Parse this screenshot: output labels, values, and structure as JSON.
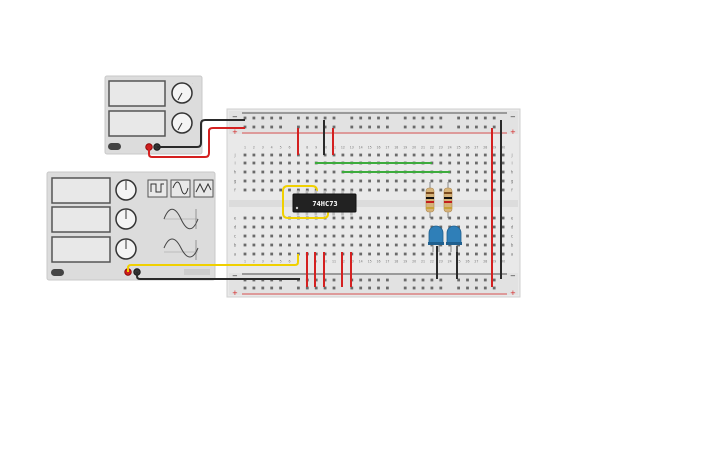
{
  "chip": {
    "label": "74HC73"
  },
  "breadboard": {
    "rows_top": [
      "j",
      "i",
      "h",
      "g",
      "f"
    ],
    "rows_bottom": [
      "e",
      "d",
      "c",
      "b",
      "a"
    ],
    "columns": 30,
    "rail_plus": "+",
    "rail_minus": "−"
  },
  "power_supply": {
    "buttons": [
      "on"
    ],
    "terminals": [
      "positive",
      "negative"
    ]
  },
  "function_generator": {
    "buttons": [
      "on"
    ],
    "waveforms": [
      "square-wave-icon",
      "sine-wave-icon",
      "triangle-wave-icon"
    ]
  },
  "colors": {
    "wire_red": "#d42020",
    "wire_black": "#2a2a2a",
    "wire_green": "#3cab3c",
    "wire_yellow": "#f0d000",
    "led": "#2f7fb8",
    "breadboard": "#e9e9e9",
    "device_body": "#dcdcdc"
  }
}
